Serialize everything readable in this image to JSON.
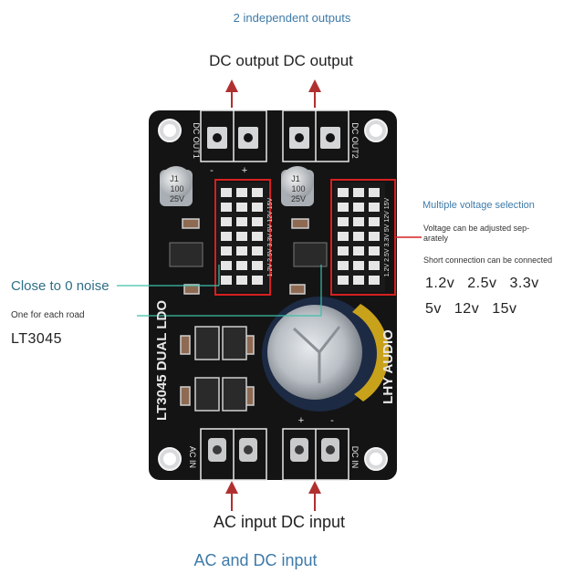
{
  "header": {
    "title": "2 independent outputs",
    "outputs_label": "DC output DC output"
  },
  "footer": {
    "inputs_label": "AC input DC input",
    "title": "AC and DC input"
  },
  "left_notes": {
    "noise": "Close to 0 noise",
    "road": "One for each road",
    "chip": "LT3045"
  },
  "right_notes": {
    "title": "Multiple voltage selection",
    "adjustable": "Voltage can be adjusted sep-arately",
    "short": "Short connection can be connected",
    "voltages_row1": [
      "1.2v",
      "2.5v",
      "3.3v"
    ],
    "voltages_row2": [
      "5v",
      "12v",
      "15v"
    ]
  },
  "board": {
    "label_out1": "DC OUT1",
    "label_out2": "DC OUT2",
    "label_ac_in": "AC IN",
    "label_dc_in": "DC IN",
    "brand_left": "LT3045 DUAL LDO",
    "brand_right": "LHY AUDIO",
    "cap_text": [
      "J1",
      "100",
      "25V"
    ],
    "jumper_labels": "1.2V 2.5V 3.3V 5V 12V 15V",
    "minus": "-",
    "plus": "+",
    "colors": {
      "pcb": "#141414",
      "highlight": "#d62020",
      "arrow": "#b03030",
      "leader": "#3cc0a8"
    }
  }
}
